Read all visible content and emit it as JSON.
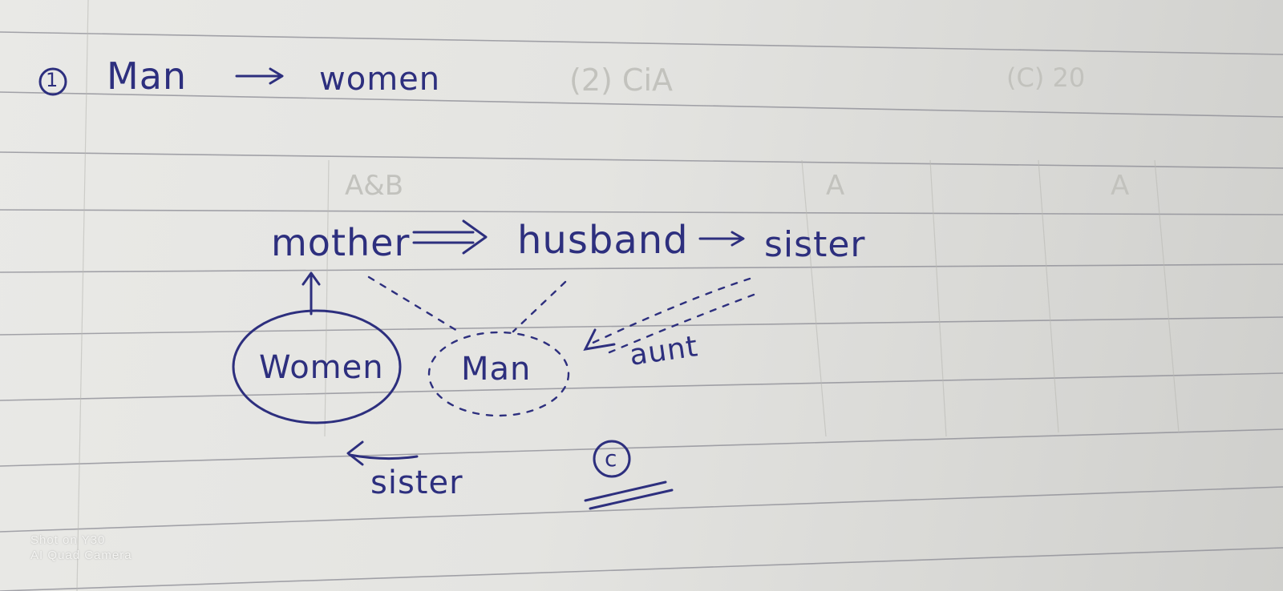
{
  "note": {
    "question_marker": "1",
    "heading_left": "Man",
    "heading_right": "women",
    "top_row": [
      "mother",
      "husband",
      "sister"
    ],
    "circled_left": "Women",
    "dashed_center": "Man",
    "dashed_right_label": "aunt",
    "bottom_label": "sister",
    "answer": "c"
  },
  "watermark": {
    "line1": "Shot on Y30",
    "line2": "AI Quad Camera"
  },
  "colors": {
    "ink": "#2d2f7e",
    "paper": "#e6e6e3",
    "rule_line": "#8c8c95"
  }
}
